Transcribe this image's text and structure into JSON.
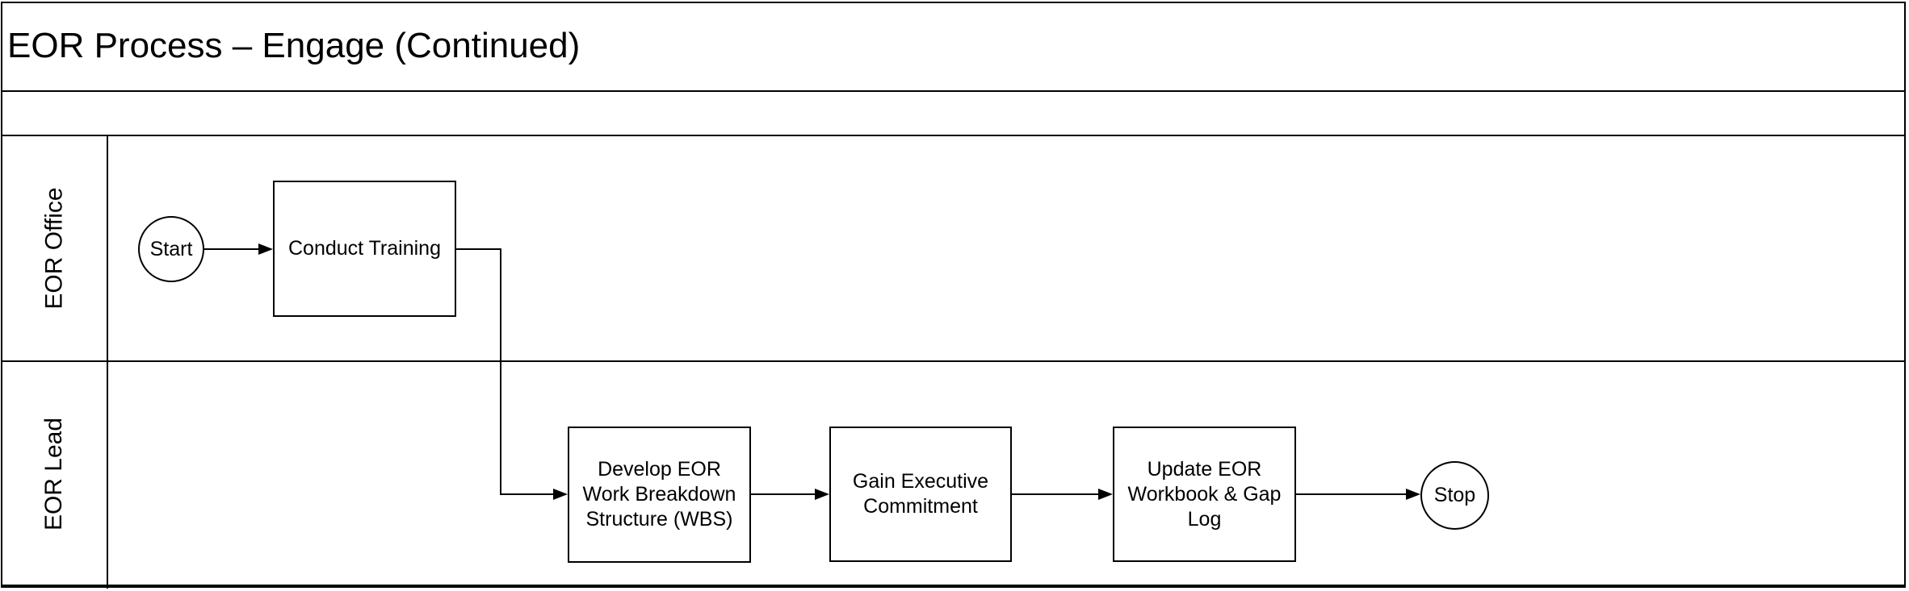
{
  "title": "EOR Process – Engage (Continued)",
  "lanes": [
    {
      "label": "EOR Office"
    },
    {
      "label": "EOR Lead"
    }
  ],
  "nodes": {
    "start": {
      "label": "Start",
      "type": "terminator",
      "lane": "EOR Office"
    },
    "conduct_training": {
      "label": "Conduct Training",
      "type": "process",
      "lane": "EOR Office"
    },
    "develop_wbs": {
      "label": "Develop EOR\nWork Breakdown\nStructure (WBS)",
      "type": "process",
      "lane": "EOR Lead"
    },
    "gain_commitment": {
      "label": "Gain Executive\nCommitment",
      "type": "process",
      "lane": "EOR Lead"
    },
    "update_workbook": {
      "label": "Update EOR\nWorkbook & Gap\nLog",
      "type": "process",
      "lane": "EOR Lead"
    },
    "stop": {
      "label": "Stop",
      "type": "terminator",
      "lane": "EOR Lead"
    }
  },
  "edges": [
    {
      "from": "start",
      "to": "conduct_training"
    },
    {
      "from": "conduct_training",
      "to": "develop_wbs"
    },
    {
      "from": "develop_wbs",
      "to": "gain_commitment"
    },
    {
      "from": "gain_commitment",
      "to": "update_workbook"
    },
    {
      "from": "update_workbook",
      "to": "stop"
    }
  ],
  "colors": {
    "line": "#000000",
    "background": "#ffffff"
  }
}
